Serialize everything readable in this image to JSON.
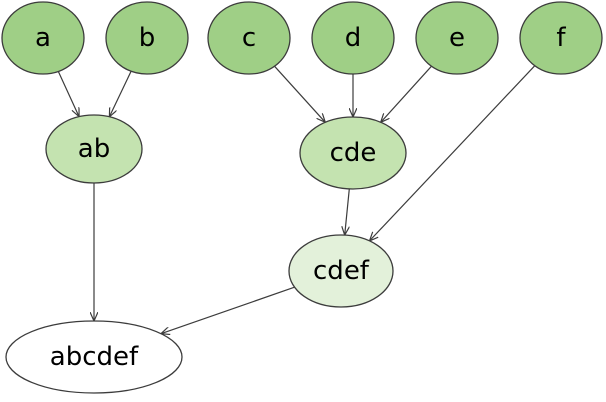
{
  "diagram": {
    "nodes": [
      {
        "id": "a",
        "label": "a",
        "fill": "#9fcf86"
      },
      {
        "id": "b",
        "label": "b",
        "fill": "#9fcf86"
      },
      {
        "id": "c",
        "label": "c",
        "fill": "#9fcf86"
      },
      {
        "id": "d",
        "label": "d",
        "fill": "#9fcf86"
      },
      {
        "id": "e",
        "label": "e",
        "fill": "#9fcf86"
      },
      {
        "id": "f",
        "label": "f",
        "fill": "#9fcf86"
      },
      {
        "id": "ab",
        "label": "ab",
        "fill": "#c4e3b0"
      },
      {
        "id": "cde",
        "label": "cde",
        "fill": "#c4e3b0"
      },
      {
        "id": "cdef",
        "label": "cdef",
        "fill": "#e3f1da"
      },
      {
        "id": "abcdef",
        "label": "abcdef",
        "fill": "#ffffff"
      }
    ],
    "edges": [
      {
        "from": "a",
        "to": "ab"
      },
      {
        "from": "b",
        "to": "ab"
      },
      {
        "from": "c",
        "to": "cde"
      },
      {
        "from": "d",
        "to": "cde"
      },
      {
        "from": "e",
        "to": "cde"
      },
      {
        "from": "f",
        "to": "cdef"
      },
      {
        "from": "cde",
        "to": "cdef"
      },
      {
        "from": "ab",
        "to": "abcdef"
      },
      {
        "from": "cdef",
        "to": "abcdef"
      }
    ],
    "edge_color": "#3c3c3c"
  }
}
